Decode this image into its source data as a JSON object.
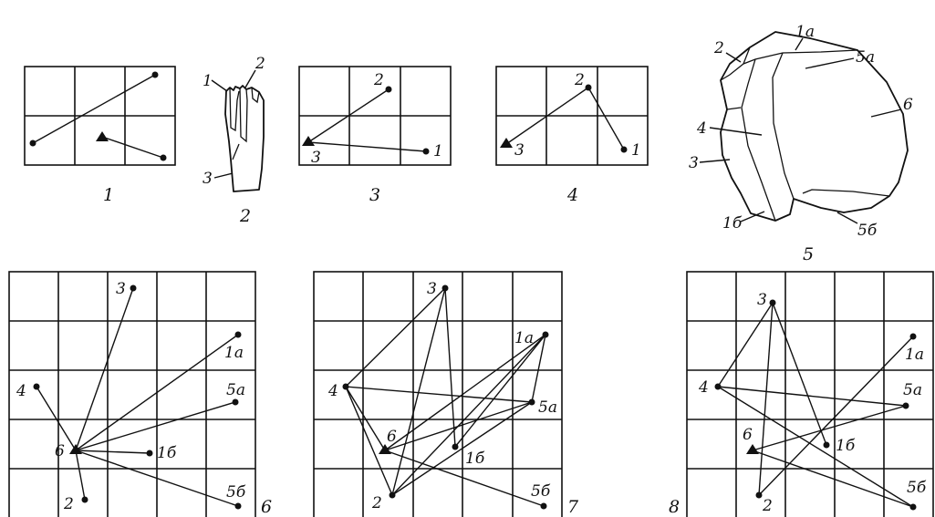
{
  "panels": {
    "p1": {
      "caption": "1"
    },
    "p2": {
      "caption": "2",
      "labels": [
        "1",
        "2",
        "3"
      ]
    },
    "p3": {
      "caption": "3",
      "labels": [
        "2",
        "3",
        "1"
      ]
    },
    "p4": {
      "caption": "4",
      "labels": [
        "2",
        "3",
        "1"
      ]
    },
    "p5": {
      "caption": "5",
      "labels": [
        "1a",
        "2",
        "5a",
        "4",
        "6",
        "3",
        "1б",
        "5б"
      ]
    },
    "p6": {
      "caption": "6",
      "labels": [
        "3",
        "1a",
        "4",
        "5a",
        "6",
        "1б",
        "2",
        "5б"
      ]
    },
    "p7": {
      "caption": "7",
      "labels": [
        "3",
        "1a",
        "4",
        "5a",
        "6",
        "1б",
        "2",
        "5б"
      ]
    },
    "p8": {
      "caption": "8",
      "labels": [
        "3",
        "1a",
        "4",
        "5a",
        "6",
        "1б",
        "2",
        "5б"
      ]
    }
  }
}
